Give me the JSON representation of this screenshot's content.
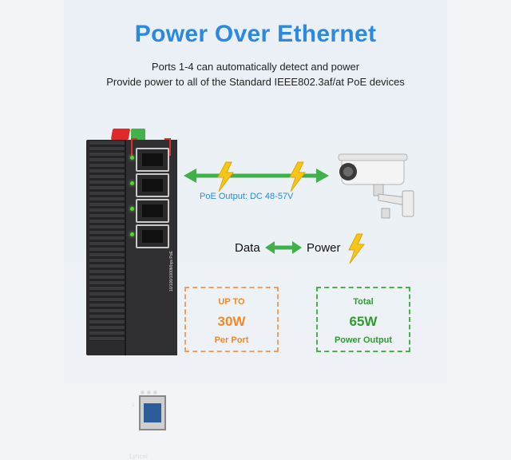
{
  "header": {
    "title": "Power Over Ethernet",
    "line1": "Ports 1-4 can automatically detect and power",
    "line2": "Provide power to all of the Standard IEEE802.3af/at PoE devices"
  },
  "device": {
    "brand": "Lyncel",
    "vertical_label": "10/100/1000Mbps PoE",
    "sfp_port_number": "5",
    "port_count": 4
  },
  "poe_link": {
    "label": "PoE Output: DC 48-57V"
  },
  "legend": {
    "data": "Data",
    "power": "Power"
  },
  "boxes": {
    "per_port": {
      "l1": "UP TO",
      "l2": "30W",
      "l3": "Per Port"
    },
    "total": {
      "l1": "Total",
      "l2": "65W",
      "l3": "Power Output"
    }
  },
  "colors": {
    "title_blue": "#2b8ae0",
    "arrow_green": "#3fb04a",
    "bolt_yellow": "#f5c518",
    "orange": "#f08a2a",
    "green": "#2f9b2f"
  },
  "icons": [
    "lightning-bolt-icon",
    "double-arrow-icon",
    "security-camera-icon"
  ]
}
